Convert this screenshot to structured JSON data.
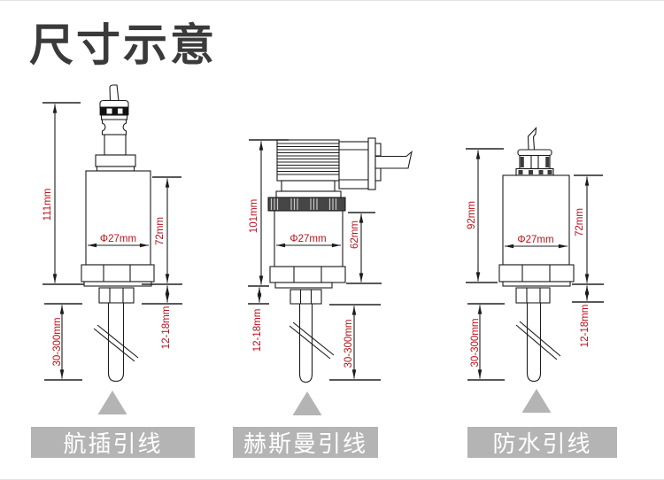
{
  "title": "尺寸示意",
  "diagrams": [
    {
      "name": "航插引线",
      "type": "aviation-plug",
      "dims": {
        "total": "111mm",
        "body": "72mm",
        "diameter": "Φ27mm",
        "probe": "30-300mm",
        "thread": "12-18mm"
      }
    },
    {
      "name": "赫斯曼引线",
      "type": "hirschmann",
      "dims": {
        "total": "101mm",
        "body": "62mm",
        "diameter": "Φ27mm",
        "probe": "30-300mm",
        "thread": "12-18mm"
      }
    },
    {
      "name": "防水引线",
      "type": "waterproof",
      "dims": {
        "total": "92mm",
        "body": "72mm",
        "diameter": "Φ27mm",
        "probe": "30-300mm",
        "thread": "12-18mm"
      }
    }
  ],
  "colors": {
    "dimension_text": "#b5121b",
    "line": "#1c1c1c",
    "label_bg": "#b4b4b4",
    "label_text": "#ffffff",
    "title_text": "#3a3a3a"
  }
}
